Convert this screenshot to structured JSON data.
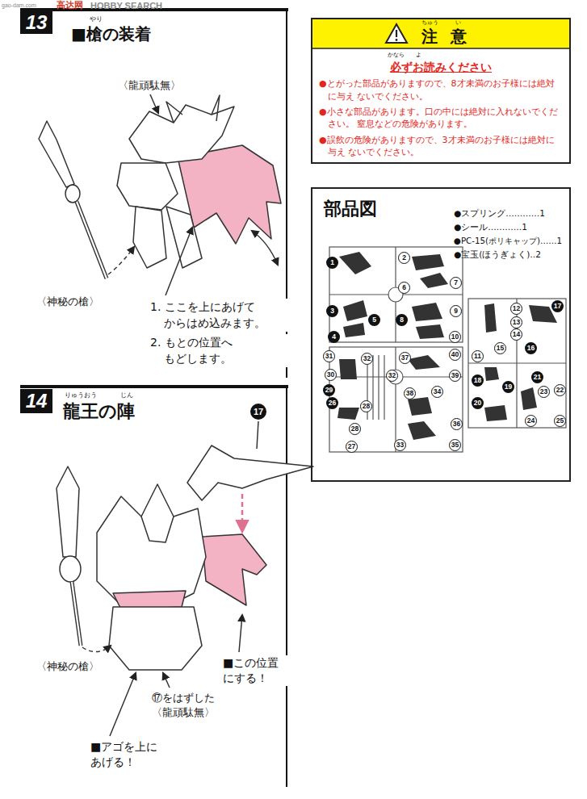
{
  "diagram": {
    "nodes": [
      {
        "text": [
          "13"
        ]
      },
      {
        "text": [
          "14"
        ]
      },
      {
        "text": [
          "注意",
          "必ずお読みください",
          "●とがった部品がありますので、8才未満のお子様には絶対に与え ないでください。",
          "●小さな部品があります。口の中には絶対に入れないでください。 窒息などの危険があります。",
          "●誤飲の危険がありますので、3才未満のお子様には絶対に与え ないでください。"
        ]
      },
      {
        "text": [
          "部品図"
        ]
      }
    ],
    "labels": [
      "高达网",
      "HOBBY SEARCH",
      "gao-dam.com",
      "やり",
      "■槍の装着",
      "〈龍頑駄無〉",
      "〈神秘の槍〉",
      "1. ここを上にあげて からはめ込みます。",
      "2. もとの位置へ もどします。",
      "りゅうおう",
      "じん",
      "龍王の陣",
      "17",
      "〈神秘の槍〉",
      "■この位置 にする！",
      "⑰をはずした 〈龍頑駄無〉",
      "■アゴを上に あげる！",
      "ちゅう",
      "い",
      "かなら",
      "よ",
      "●スプリング…………1",
      "●シール…………1",
      "●PC-15(ポリキャップ)……1",
      "●宝玉(ほうぎょく)‥2",
      "1",
      "2",
      "6",
      "7",
      "3",
      "5",
      "8",
      "9",
      "4",
      "10",
      "12",
      "17",
      "13",
      "14",
      "15",
      "16",
      "11",
      "18",
      "19",
      "21",
      "23",
      "22",
      "20",
      "24",
      "25",
      "31",
      "37",
      "40",
      "30",
      "32",
      "32",
      "39",
      "29",
      "38",
      "34",
      "26",
      "28",
      "28",
      "36",
      "27",
      "33",
      "35"
    ]
  }
}
